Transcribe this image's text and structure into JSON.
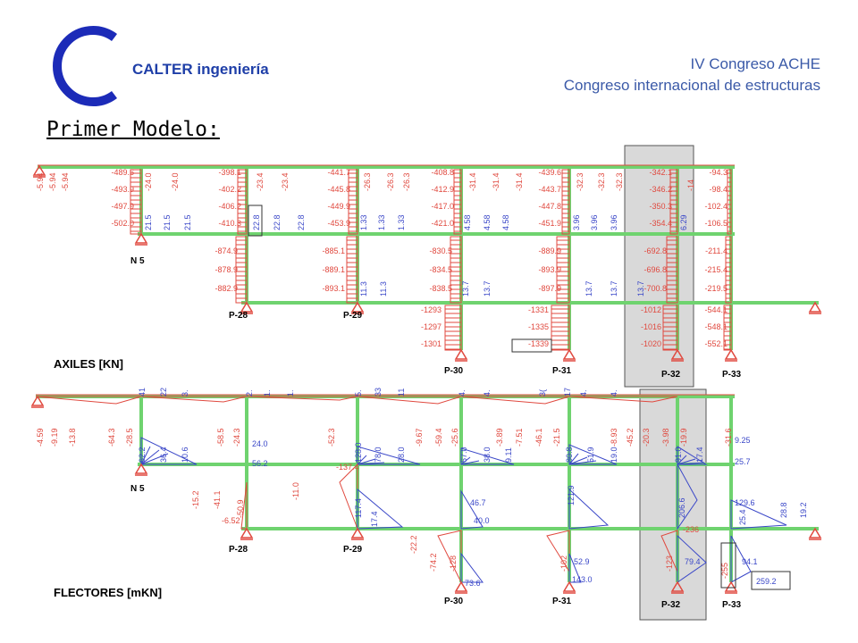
{
  "header": {
    "company": "CALTER ingeniería",
    "conference_line1": "IV Congreso ACHE",
    "conference_line2": "Congreso internacional de estructuras",
    "title": "Primer Modelo:"
  },
  "colors": {
    "brand": "#1c2bb8",
    "frame": "#6fd36f",
    "axial": "#e0493f",
    "moment_neg": "#e0493f",
    "moment_pos": "#3a47c8",
    "highlight": "#d9d9d9"
  },
  "axiles": {
    "section_label": "AXILES [KN]",
    "node_label": "N 5",
    "pillars": [
      "P-28",
      "P-29",
      "P-30",
      "P-31",
      "P-32",
      "P-33"
    ],
    "col1": [
      "-5.94",
      "-5.94",
      "-5.94"
    ],
    "p28_upper": [
      "-489.6",
      "-493.9",
      "-497.9",
      "-502.0"
    ],
    "p28_lower": [
      "-874.9",
      "-878.9",
      "-882.9"
    ],
    "p29_upper": [
      "-398.1",
      "-402.2",
      "-406.2",
      "-410.3"
    ],
    "p29_lower": [
      "-885.1",
      "-889.1",
      "-893.1"
    ],
    "p30_upper": [
      "-441.7",
      "-445.8",
      "-449.9",
      "-453.9"
    ],
    "p30_lower": [
      "-830.5",
      "-834.5",
      "-838.5"
    ],
    "p30_base": [
      "-1293",
      "-1297",
      "-1301"
    ],
    "p31_upper": [
      "-408.8",
      "-412.9",
      "-417.0",
      "-421.0"
    ],
    "p31_mid": [
      "-439.6",
      "-443.7",
      "-447.8",
      "-451.9"
    ],
    "p31_lower": [
      "-889.9",
      "-893.9",
      "-897.9"
    ],
    "p31_base": [
      "-1331",
      "-1335",
      "-1339"
    ],
    "p32_upper": [
      "-342.1",
      "-346.2",
      "-350.3",
      "-354.4"
    ],
    "p32_lower": [
      "-692.8",
      "-696.8",
      "-700.8"
    ],
    "p32_base": [
      "-1012",
      "-1016",
      "-1020"
    ],
    "p33_upper": [
      "-94.3",
      "-98.4",
      "-102.4",
      "-106.5"
    ],
    "p33_lower": [
      "-211.4",
      "-215.4",
      "-219.5"
    ],
    "p33_base": [
      "-544.1",
      "-548.1",
      "-552.1"
    ],
    "beam1": [
      "-24.0",
      "-24.0",
      "-23.4",
      "-23.4",
      "-26.3",
      "-26.3",
      "-26.3",
      "-31.4",
      "-31.4",
      "-31.4",
      "-32.3",
      "-32.3",
      "-32.3",
      "-14"
    ],
    "beam2": [
      "21.5",
      "21.5",
      "21.5",
      "22.8",
      "22.8",
      "22.8",
      "1.33",
      "1.33",
      "1.33",
      "4.58",
      "4.58",
      "4.58",
      "3.96",
      "3.96",
      "3.96",
      "6.29"
    ],
    "beam3": [
      "11.3",
      "11.3",
      "13.7",
      "13.7",
      "13.7",
      "13.7",
      "13.7"
    ]
  },
  "flectores": {
    "section_label": "FLECTORES [mKN]",
    "node_label": "N 5",
    "pillars": [
      "P-28",
      "P-29",
      "P-30",
      "P-31",
      "P-32",
      "P-33"
    ],
    "top_neg": [
      "-4.59",
      "-9.19",
      "-13.8",
      "-64.3",
      "-28.5",
      "-58.5",
      "-24.3",
      "-52.3",
      "-9.67",
      "-59.4",
      "-25.6",
      "-3.89",
      "-7.51",
      "-46.1",
      "-21.5",
      "-8.93",
      "-45.2",
      "-20.3",
      "-3.98",
      "-19.9",
      "-31.6"
    ],
    "top_pos": [
      "41",
      "22",
      "3.",
      "2.",
      "1.",
      "1.",
      "5.",
      "33",
      "11",
      "4.",
      "4.",
      "3(",
      "17",
      "4.",
      "4."
    ],
    "mid_pos": [
      "62.2",
      "36.4",
      "10.6",
      "24.0",
      "56.2",
      "128.0",
      "78.0",
      "28.0",
      "67.0",
      "38.0",
      "9.11",
      "80.8",
      "51.9",
      "19.0",
      "91.0",
      "17.4",
      "9.25",
      "25.7"
    ],
    "low_neg": [
      "-15.2",
      "-41.1",
      "-50.9",
      "-6.52",
      "-11.0",
      "-137.4"
    ],
    "low_pos": [
      "117.4",
      "17.4",
      "46.7",
      "40.0",
      "121.9",
      "206.6",
      "-236",
      "129.6",
      "25.4",
      "28.8",
      "19.2"
    ],
    "base_neg": [
      "-22.2",
      "-74.2",
      "-128",
      "-102",
      "-123"
    ],
    "base_pos": [
      "73.6",
      "52.9",
      "143.0",
      "79.4",
      "94.1",
      "259.2",
      "-255"
    ]
  }
}
